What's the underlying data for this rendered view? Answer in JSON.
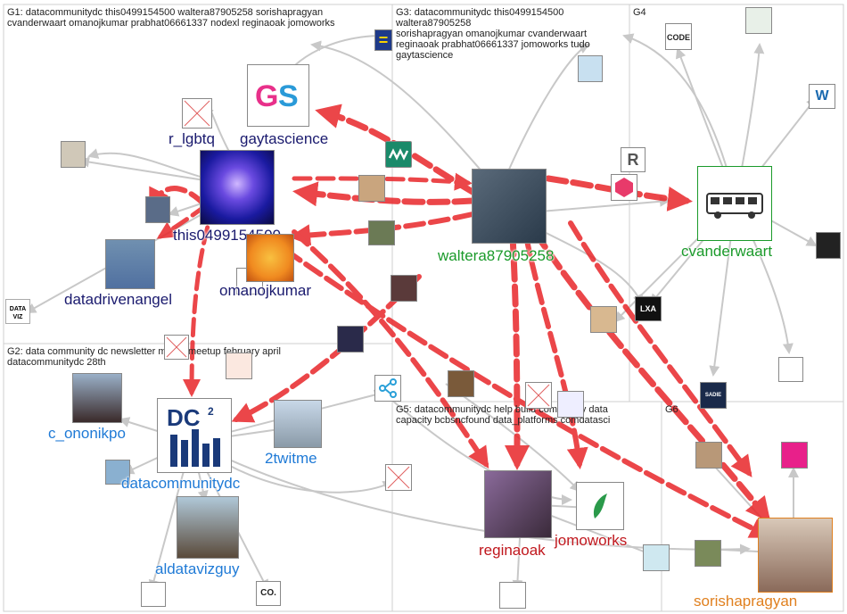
{
  "groups": [
    {
      "id": "G1",
      "text": "G1: datacommunitydc this0499154500 waltera87905258 sorishapragyan\ncvanderwaart omanojkumar prabhat06661337 nodexl reginaoak jomoworks"
    },
    {
      "id": "G3",
      "text": "G3: datacommunitydc this0499154500 waltera87905258\nsorishapragyan omanojkumar cvanderwaart\nreginaoak prabhat06661337 jomoworks tudo\ngaytascience"
    },
    {
      "id": "G4",
      "text": "G4"
    },
    {
      "id": "G2",
      "text": "G2: data community dc newsletter march meetup february april\ndatacommunitydc 28th"
    },
    {
      "id": "G5",
      "text": "G5: datacommunitydc help build community data\ncapacity bcbsncfound data_platforms comdatasci"
    },
    {
      "id": "G6",
      "text": "G6"
    }
  ],
  "colors": {
    "G1": "#1a1a6e",
    "G2": "#1f7ad6",
    "G4": "#1a9a2a",
    "G5": "#c0171d",
    "G6": "#e0801f",
    "edge_strong": "#e8262a",
    "edge_light": "#c8c8c8"
  },
  "nodes": [
    {
      "id": "gaytascience",
      "label": "gaytascience",
      "color_key": "G1",
      "icon": "gs-logo-icon"
    },
    {
      "id": "r_lgbtq",
      "label": "r_lgbtq",
      "color_key": "G1",
      "icon": "broken-image-icon"
    },
    {
      "id": "this0499154500",
      "label": "this0499154500",
      "color_key": "G1",
      "icon": "neon-face-avatar"
    },
    {
      "id": "datadrivenangel",
      "label": "datadrivenangel",
      "color_key": "G1",
      "icon": "person-avatar"
    },
    {
      "id": "omanojkumar",
      "label": "omanojkumar",
      "color_key": "G1",
      "icon": "cartoon-avatar"
    },
    {
      "id": "waltera87905258",
      "label": "waltera87905258",
      "color_key": "G4",
      "icon": "person-avatar"
    },
    {
      "id": "cvanderwaart",
      "label": "cvanderwaart",
      "color_key": "G4",
      "icon": "bus-icon"
    },
    {
      "id": "c_ononikpo",
      "label": "c_ononikpo",
      "color_key": "G2",
      "icon": "person-avatar"
    },
    {
      "id": "datacommunitydc",
      "label": "datacommunitydc",
      "color_key": "G2",
      "icon": "dc2-logo-icon"
    },
    {
      "id": "2twitme",
      "label": "2twitme",
      "color_key": "G2",
      "icon": "person-avatar"
    },
    {
      "id": "aldatavizguy",
      "label": "aldatavizguy",
      "color_key": "G2",
      "icon": "person-avatar"
    },
    {
      "id": "reginaoak",
      "label": "reginaoak",
      "color_key": "G5",
      "icon": "person-avatar"
    },
    {
      "id": "jomoworks",
      "label": "jomoworks",
      "color_key": "G5",
      "icon": "leaf-logo-icon"
    },
    {
      "id": "sorishapragyan",
      "label": "sorishapragyan",
      "color_key": "G6",
      "icon": "person-avatar"
    }
  ],
  "small_icons": [
    {
      "id": "code",
      "icon": "code-logo-icon",
      "text": "CODE"
    },
    {
      "id": "co",
      "icon": "co-logo-icon",
      "text": "CO."
    },
    {
      "id": "lxa",
      "icon": "lxa-logo-icon",
      "text": "LXA"
    },
    {
      "id": "sadie",
      "icon": "sadie-logo-icon",
      "text": "SADIE"
    },
    {
      "id": "dataviz",
      "icon": "dataviz-logo-icon",
      "text": "DATA VIZ"
    },
    {
      "id": "equality",
      "icon": "equality-logo-icon",
      "text": "="
    }
  ]
}
